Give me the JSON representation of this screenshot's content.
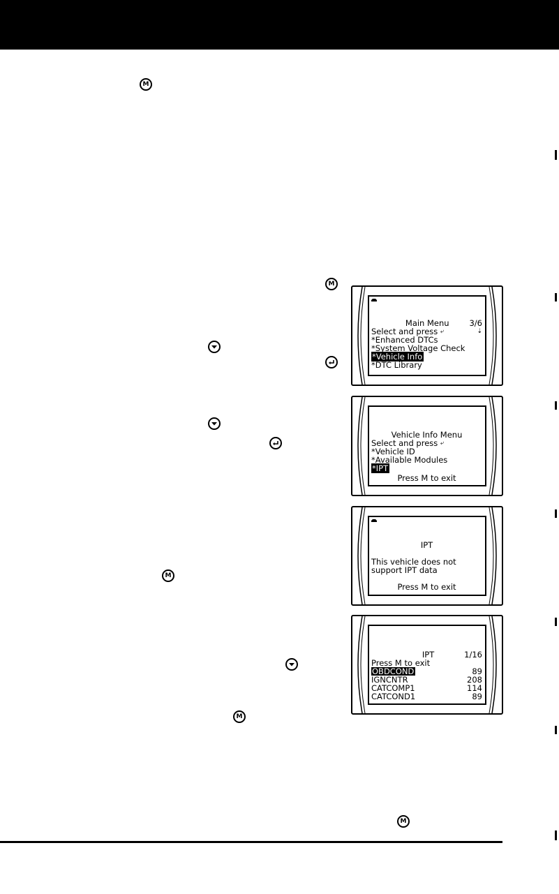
{
  "icons": {
    "mode_button": "M",
    "down_button": "chevron-down-icon",
    "enter_button": "enter-icon"
  },
  "screens": {
    "main_menu": {
      "title": "Main Menu",
      "page": "3/6",
      "prompt": "Select and press",
      "items": [
        "*Enhanced DTCs",
        "*System Voltage Check",
        "*Vehicle Info",
        "*DTC Library"
      ],
      "selected_index": 2
    },
    "vehicle_info_menu": {
      "title": "Vehicle Info Menu",
      "prompt": "Select and press",
      "items": [
        "*Vehicle ID",
        "*Available Modules",
        "*IPT"
      ],
      "selected_index": 2,
      "footer": "Press M to exit"
    },
    "ipt_unsupported": {
      "title": "IPT",
      "message_line1": "This vehicle does not",
      "message_line2": "support IPT data",
      "footer": "Press M to exit"
    },
    "ipt_data": {
      "title": "IPT",
      "page": "1/16",
      "prompt": "Press M to exit",
      "rows": [
        {
          "label": "OBDCOND",
          "value": "89"
        },
        {
          "label": "IGNCNTR",
          "value": "208"
        },
        {
          "label": "CATCOMP1",
          "value": "114"
        },
        {
          "label": "CATCOND1",
          "value": "89"
        }
      ],
      "selected_index": 0
    }
  }
}
